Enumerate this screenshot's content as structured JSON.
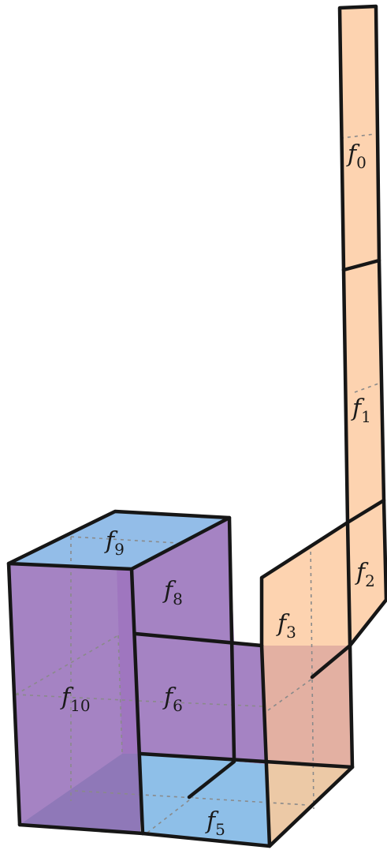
{
  "colors": {
    "orange": "#fdd3b0",
    "orange_over_purple": "#e3b0a2",
    "orange_over_blue": "#ecc9a6",
    "purple": "#a583c3",
    "purple_dark": "#8f78b8",
    "purple_inner": "#9a6cbc",
    "blue": "#8ebfe8",
    "blue_top": "#93bde8",
    "edge": "#161616",
    "hidden_edge": "#8a8a8a"
  },
  "faces": [
    {
      "id": "f0",
      "base": "f",
      "sub": "0"
    },
    {
      "id": "f1",
      "base": "f",
      "sub": "1"
    },
    {
      "id": "f2",
      "base": "f",
      "sub": "2"
    },
    {
      "id": "f3",
      "base": "f",
      "sub": "3"
    },
    {
      "id": "f5",
      "base": "f",
      "sub": "5"
    },
    {
      "id": "f6",
      "base": "f",
      "sub": "6"
    },
    {
      "id": "f8",
      "base": "f",
      "sub": "8"
    },
    {
      "id": "f9",
      "base": "f",
      "sub": "9"
    },
    {
      "id": "f10",
      "base": "f",
      "sub": "10"
    }
  ]
}
